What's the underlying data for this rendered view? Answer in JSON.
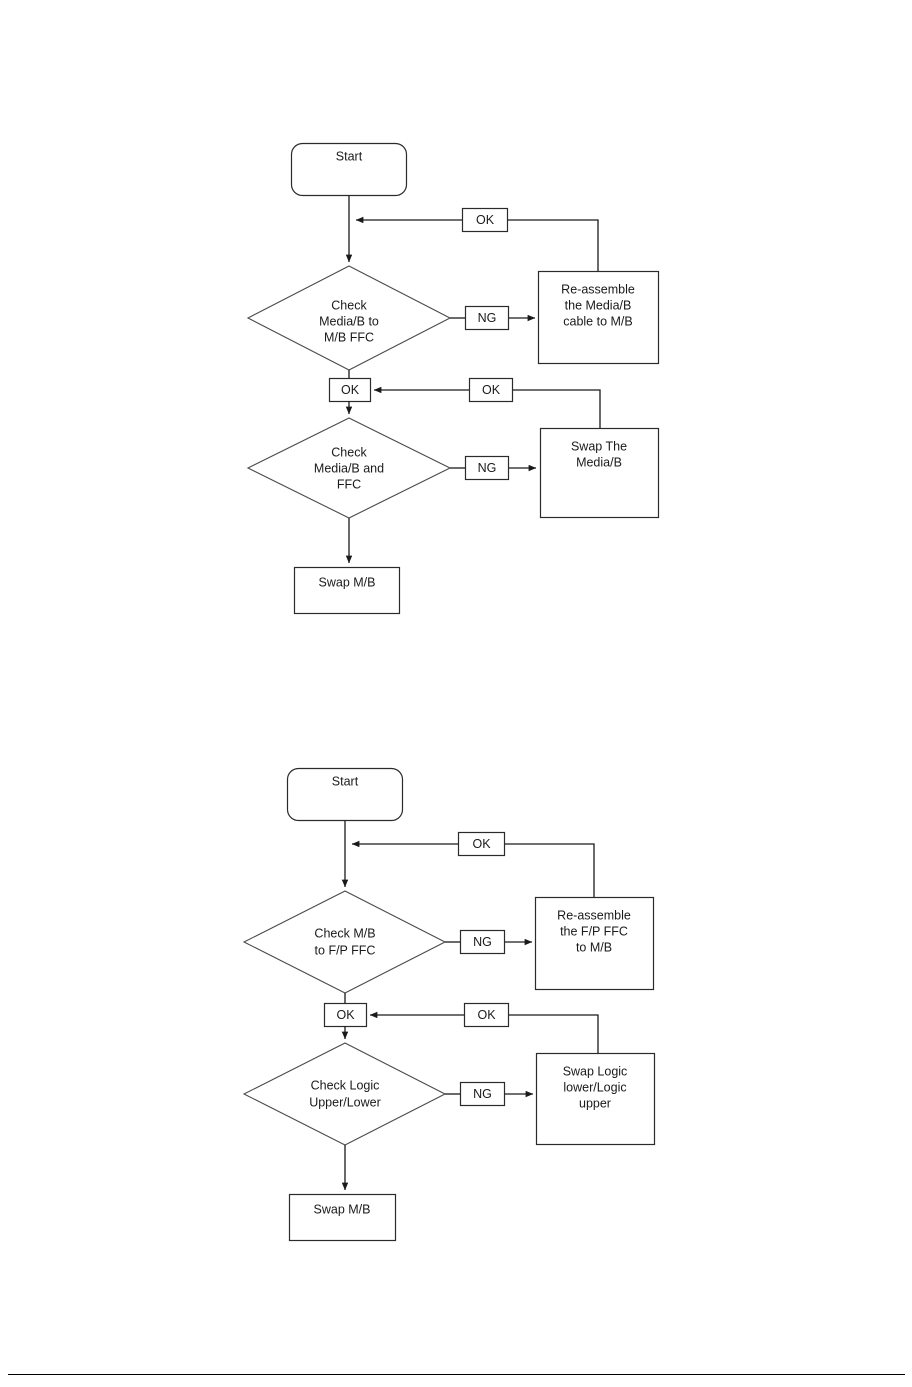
{
  "page": {
    "background_color": "#ffffff",
    "line_color": "#1a1a1a",
    "shape_fill": "#ffffff",
    "shape_stroke": "#2b2b2b",
    "text_color": "#1a1a1a",
    "footer_rule_color": "#000000"
  },
  "chart_data": {
    "type": "diagram",
    "diagram_kind": "flowchart",
    "title": "",
    "charts": [
      {
        "id": "media-board-flow",
        "nodes": [
          {
            "id": "f1-start",
            "shape": "rounded-rectangle",
            "text": "Start"
          },
          {
            "id": "f1-decision-1",
            "shape": "diamond",
            "text": "Check\nMedia/B to\nM/B FFC"
          },
          {
            "id": "f1-action-1",
            "shape": "rectangle",
            "text": "Re-assemble\nthe Media/B\ncable to M/B"
          },
          {
            "id": "f1-decision-2",
            "shape": "diamond",
            "text": "Check\nMedia/B  and\nFFC"
          },
          {
            "id": "f1-action-2",
            "shape": "rectangle",
            "text": "Swap The\nMedia/B"
          },
          {
            "id": "f1-end",
            "shape": "rectangle",
            "text": "Swap M/B"
          }
        ],
        "edge_labels": [
          {
            "id": "f1-ok-top",
            "text": "OK"
          },
          {
            "id": "f1-ng-1",
            "text": "NG"
          },
          {
            "id": "f1-ok-mid-l",
            "text": "OK"
          },
          {
            "id": "f1-ok-mid-r",
            "text": "OK"
          },
          {
            "id": "f1-ng-2",
            "text": "NG"
          }
        ],
        "edges": [
          {
            "from": "f1-start",
            "to": "f1-decision-1",
            "label": ""
          },
          {
            "from": "f1-decision-1",
            "to": "f1-action-1",
            "label": "NG"
          },
          {
            "from": "f1-action-1",
            "to": "f1-decision-1",
            "label": "OK"
          },
          {
            "from": "f1-decision-1",
            "to": "f1-decision-2",
            "label": "OK"
          },
          {
            "from": "f1-decision-2",
            "to": "f1-action-2",
            "label": "NG"
          },
          {
            "from": "f1-action-2",
            "to": "f1-decision-2",
            "label": "OK"
          },
          {
            "from": "f1-decision-2",
            "to": "f1-end",
            "label": ""
          }
        ]
      },
      {
        "id": "front-panel-flow",
        "nodes": [
          {
            "id": "f2-start",
            "shape": "rounded-rectangle",
            "text": "Start"
          },
          {
            "id": "f2-decision-1",
            "shape": "diamond",
            "text": "Check M/B\nto F/P FFC"
          },
          {
            "id": "f2-action-1",
            "shape": "rectangle",
            "text": "Re-assemble\nthe F/P FFC\nto M/B"
          },
          {
            "id": "f2-decision-2",
            "shape": "diamond",
            "text": "Check Logic\nUpper/Lower"
          },
          {
            "id": "f2-action-2",
            "shape": "rectangle",
            "text": "Swap Logic\nlower/Logic\nupper"
          },
          {
            "id": "f2-end",
            "shape": "rectangle",
            "text": "Swap M/B"
          }
        ],
        "edge_labels": [
          {
            "id": "f2-ok-top",
            "text": "OK"
          },
          {
            "id": "f2-ng-1",
            "text": "NG"
          },
          {
            "id": "f2-ok-mid-l",
            "text": "OK"
          },
          {
            "id": "f2-ok-mid-r",
            "text": "OK"
          },
          {
            "id": "f2-ng-2",
            "text": "NG"
          }
        ],
        "edges": [
          {
            "from": "f2-start",
            "to": "f2-decision-1",
            "label": ""
          },
          {
            "from": "f2-decision-1",
            "to": "f2-action-1",
            "label": "NG"
          },
          {
            "from": "f2-action-1",
            "to": "f2-decision-1",
            "label": "OK"
          },
          {
            "from": "f2-decision-1",
            "to": "f2-decision-2",
            "label": "OK"
          },
          {
            "from": "f2-decision-2",
            "to": "f2-action-2",
            "label": "NG"
          },
          {
            "from": "f2-action-2",
            "to": "f2-decision-2",
            "label": "OK"
          },
          {
            "from": "f2-decision-2",
            "to": "f2-end",
            "label": ""
          }
        ]
      }
    ]
  },
  "flow1": {
    "start": "Start",
    "decision1_line1": "Check",
    "decision1_line2": "Media/B to",
    "decision1_line3": "M/B FFC",
    "action1_line1": "Re-assemble",
    "action1_line2": "the Media/B",
    "action1_line3": "cable to M/B",
    "ok_top": "OK",
    "ng1": "NG",
    "ok_mid_left": "OK",
    "ok_mid_right": "OK",
    "decision2_line1": "Check",
    "decision2_line2": "Media/B  and",
    "decision2_line3": "FFC",
    "ng2": "NG",
    "action2_line1": "Swap The",
    "action2_line2": "Media/B",
    "end": "Swap M/B"
  },
  "flow2": {
    "start": "Start",
    "decision1_line1": "Check M/B",
    "decision1_line2": "to F/P FFC",
    "action1_line1": "Re-assemble",
    "action1_line2": "the F/P FFC",
    "action1_line3": "to M/B",
    "ok_top": "OK",
    "ng1": "NG",
    "ok_mid_left": "OK",
    "ok_mid_right": "OK",
    "decision2_line1": "Check Logic",
    "decision2_line2": "Upper/Lower",
    "ng2": "NG",
    "action2_line1": "Swap Logic",
    "action2_line2": "lower/Logic",
    "action2_line3": "upper",
    "end": "Swap M/B"
  }
}
